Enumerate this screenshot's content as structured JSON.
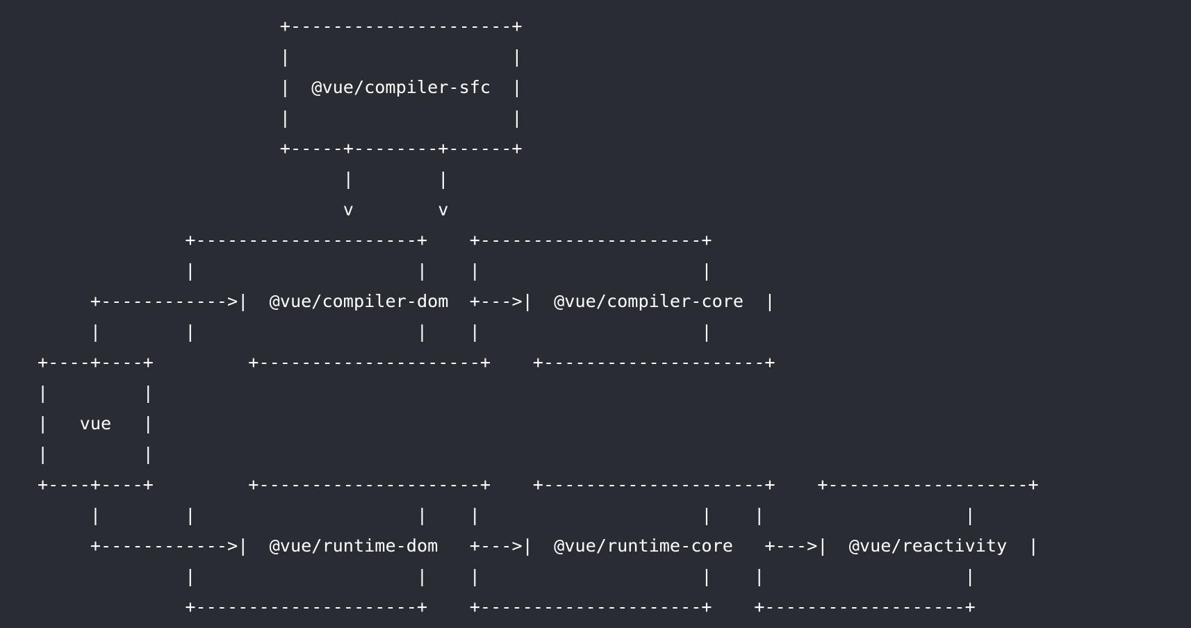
{
  "theme": {
    "background": "#292c33",
    "foreground": "#ffffff"
  },
  "nodes": {
    "compiler_sfc": "@vue/compiler-sfc",
    "compiler_dom": "@vue/compiler-dom",
    "compiler_core": "@vue/compiler-core",
    "vue": "vue",
    "runtime_dom": "@vue/runtime-dom",
    "runtime_core": "@vue/runtime-core",
    "reactivity": "@vue/reactivity"
  },
  "ascii": {
    "sfc_box_edge": "+---------------------+",
    "sfc_box_split": "+-----+--------+------+",
    "box_edge": "+---------------------+",
    "box_edge_short": "+-------------------+",
    "vue_box_edge": "+----+----+",
    "arrow_long": "+------------>|",
    "arrow_short": "+--->|",
    "pipe": "|",
    "down_arrow": "v"
  }
}
